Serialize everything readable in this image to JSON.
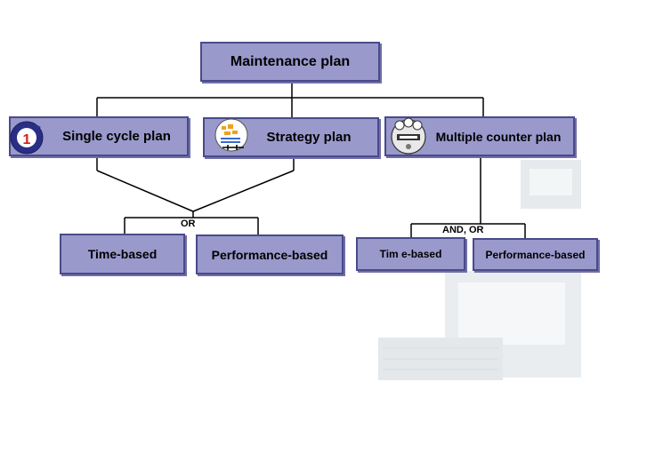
{
  "root": {
    "label": "Maintenance plan"
  },
  "plans": [
    {
      "label": "Single cycle plan",
      "icon": "cycle-number-icon",
      "badge": "1"
    },
    {
      "label": "Strategy plan",
      "icon": "strategy-chart-icon"
    },
    {
      "label": "Multiple counter plan",
      "icon": "counters-gauge-icon"
    }
  ],
  "left_group": {
    "operator": "OR",
    "children": [
      "Time-based",
      "Performance-based"
    ]
  },
  "right_group": {
    "operator": "AND, OR",
    "children": [
      "Tim e-based",
      "Performance-based"
    ]
  },
  "colors": {
    "box_fill": "#9999cc",
    "box_border": "#4a4a8a",
    "line": "#000000"
  }
}
